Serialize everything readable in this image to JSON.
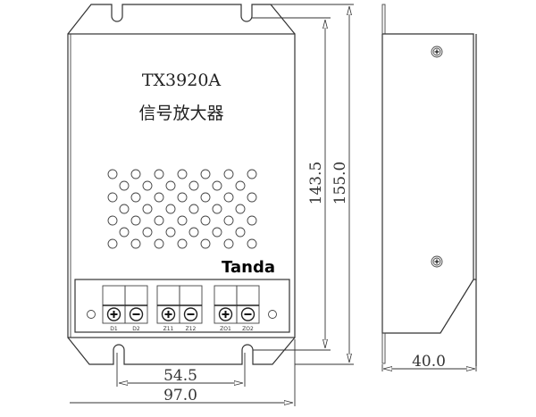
{
  "product": {
    "model": "TX3920A",
    "name": "信号放大器",
    "brand": "Tanda"
  },
  "terminals": [
    {
      "label": "D1",
      "polarity": "+"
    },
    {
      "label": "D2",
      "polarity": "-"
    },
    {
      "label": "Z11",
      "polarity": "+"
    },
    {
      "label": "Z12",
      "polarity": "-"
    },
    {
      "label": "ZO1",
      "polarity": "+"
    },
    {
      "label": "ZO2",
      "polarity": "-"
    }
  ],
  "dimensions": {
    "hole_spacing_width": "54.5",
    "overall_width": "97.0",
    "body_height": "143.5",
    "overall_height": "155.0",
    "depth": "40.0"
  },
  "colors": {
    "line": "#333333",
    "background": "#ffffff"
  }
}
